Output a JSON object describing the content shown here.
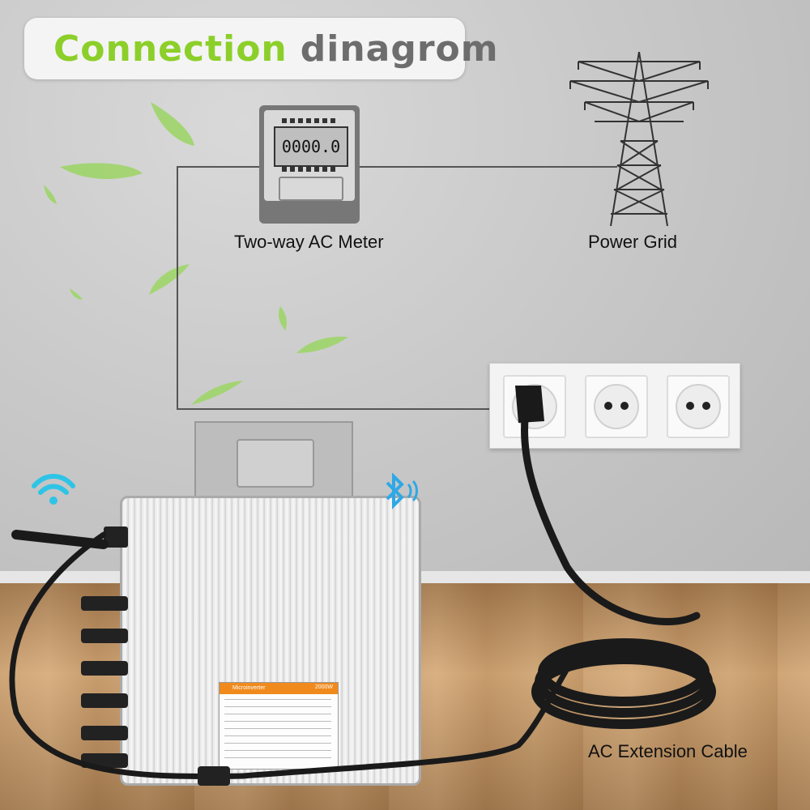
{
  "title": {
    "part1": "Connection",
    "part2": "dinagrom",
    "color_part1": "#8ccf2a",
    "color_part2": "#6d6d6d"
  },
  "meter": {
    "display": "0000.0",
    "label": "Two-way AC Meter"
  },
  "grid": {
    "label": "Power Grid"
  },
  "cable": {
    "label": "AC Extension Cable"
  },
  "inverter": {
    "plate_brand": "Microinverter",
    "plate_code": "2000W"
  },
  "icons": [
    "wifi-icon",
    "bluetooth-icon",
    "leaf-icon",
    "power-tower-icon",
    "wall-socket-icon"
  ]
}
